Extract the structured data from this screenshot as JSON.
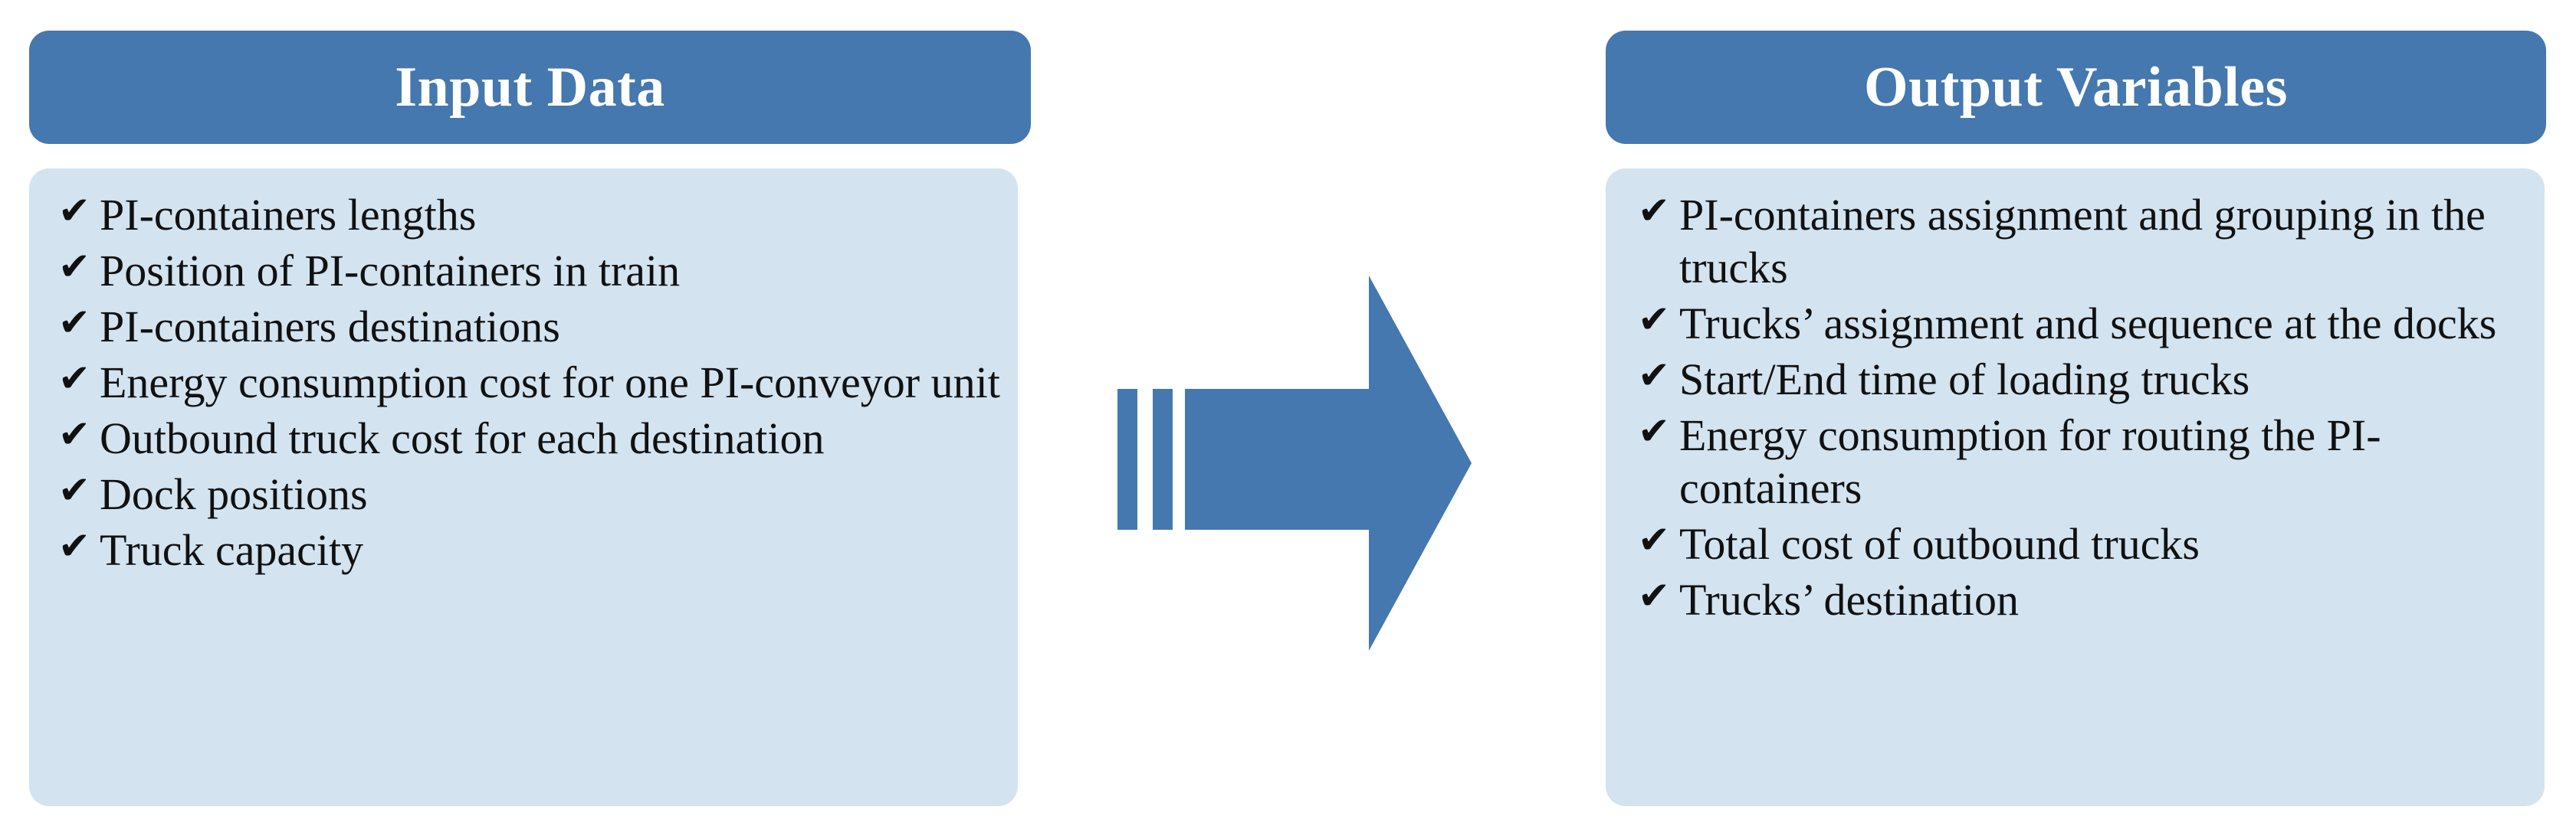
{
  "diagram": {
    "colors": {
      "header_blue": "#4478AE",
      "body_light_blue": "#D3E3F0",
      "arrow_blue": "#4478AE",
      "title_text": "#FFFFFF",
      "body_text": "#111111",
      "background": "#FFFFFF"
    },
    "bullet_glyph": "✔",
    "left_panel": {
      "title": "Input Data",
      "items": [
        "PI-containers lengths",
        "Position of PI-containers in train",
        "PI-containers destinations",
        "Energy consumption cost for one PI-conveyor unit",
        "Outbound truck cost for each destination",
        "Dock positions",
        "Truck capacity"
      ]
    },
    "arrow": {
      "name": "right-motion-arrow",
      "direction": "right",
      "speed_bars": 2
    },
    "right_panel": {
      "title": "Output Variables",
      "items": [
        "PI-containers assignment and grouping in the trucks",
        "Trucks’ assignment and sequence at the docks",
        "Start/End time of loading trucks",
        "Energy consumption for routing the PI-containers",
        "Total cost of outbound trucks",
        "Trucks’ destination"
      ]
    }
  }
}
